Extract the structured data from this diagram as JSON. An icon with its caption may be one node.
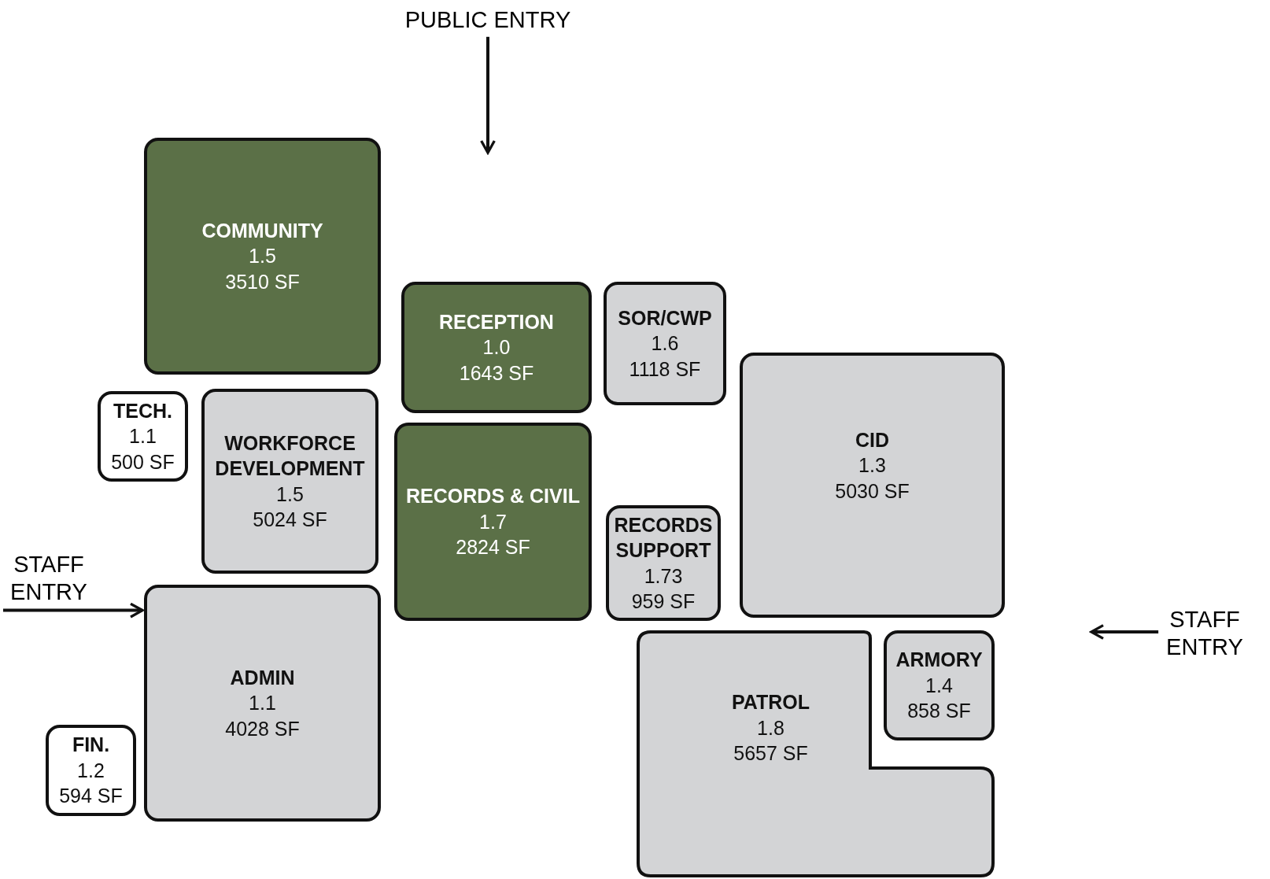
{
  "diagram": {
    "nodes": [
      {
        "text": [
          "COMMUNITY",
          "1.5",
          "3510 SF"
        ]
      },
      {
        "text": [
          "RECEPTION",
          "1.0",
          "1643 SF"
        ]
      },
      {
        "text": [
          "SOR/CWP",
          "1.6",
          "1118 SF"
        ]
      },
      {
        "text": [
          "TECH.",
          "1.1",
          "500 SF"
        ]
      },
      {
        "text": [
          "WORKFORCE DEVELOPMENT",
          "1.5",
          "5024 SF"
        ]
      },
      {
        "text": [
          "RECORDS & CIVIL",
          "1.7",
          "2824 SF"
        ]
      },
      {
        "text": [
          "CID",
          "1.3",
          "5030 SF"
        ]
      },
      {
        "text": [
          "RECORDS SUPPORT",
          "1.73",
          "959 SF"
        ]
      },
      {
        "text": [
          "ADMIN",
          "1.1",
          "4028 SF"
        ]
      },
      {
        "text": [
          "ARMORY",
          "1.4",
          "858 SF"
        ]
      },
      {
        "text": [
          "PATROL",
          "1.8",
          "5657 SF"
        ]
      },
      {
        "text": [
          "FIN.",
          "1.2",
          "594 SF"
        ]
      },
      {
        "text": [
          "PUBLIC ENTRY"
        ]
      },
      {
        "text": [
          "STAFF ENTRY"
        ]
      },
      {
        "text": [
          "STAFF ENTRY"
        ]
      }
    ],
    "edges": [
      {
        "from": 12,
        "to": null,
        "arrow": "to"
      },
      {
        "from": 13,
        "to": 8,
        "arrow": "to"
      },
      {
        "from": 14,
        "to": null,
        "arrow": "to"
      }
    ]
  }
}
